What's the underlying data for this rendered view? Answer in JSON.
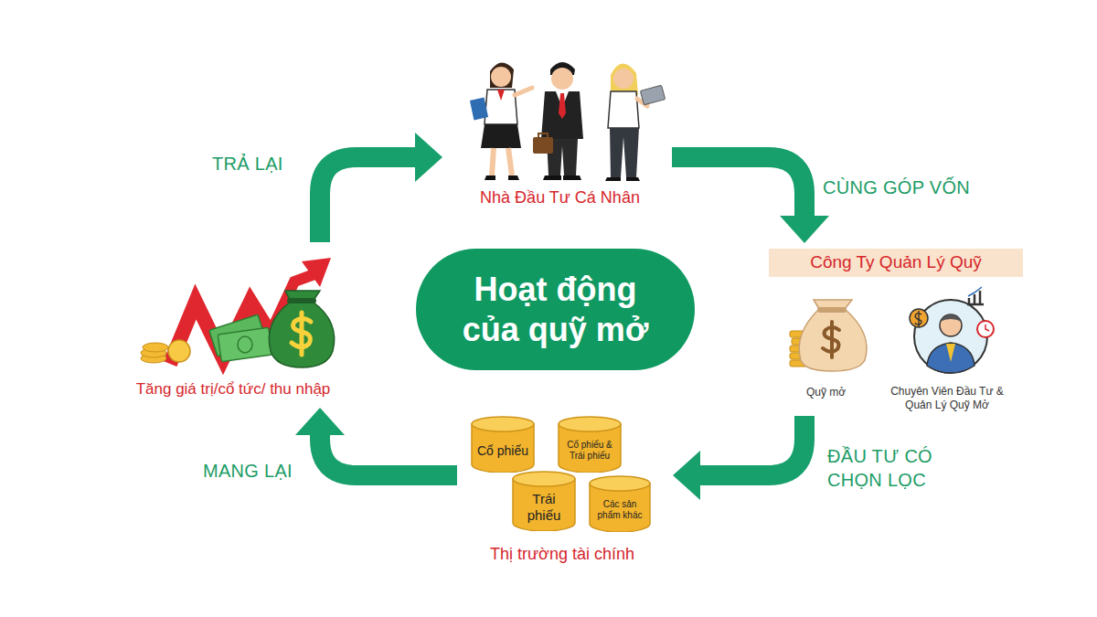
{
  "diagram": {
    "nodes": [
      {
        "text": [
          "Hoạt động của quỹ mở"
        ]
      },
      {
        "text": [
          "Nhà Đầu Tư Cá Nhân"
        ]
      },
      {
        "text": [
          "Công Ty Quản Lý Quỹ"
        ]
      },
      {
        "text": [
          "Quỹ mở"
        ],
        "in": 2
      },
      {
        "text": [
          "Chuyên Viên Đầu Tư & Quản Lý Quỹ Mở"
        ],
        "in": 2
      },
      {
        "text": [
          "Thị trường tài chính"
        ]
      },
      {
        "text": [
          "Cổ phiếu"
        ],
        "in": 5
      },
      {
        "text": [
          "Cổ phiếu & Trái phiếu"
        ],
        "in": 5
      },
      {
        "text": [
          "Trái phiếu"
        ],
        "in": 5
      },
      {
        "text": [
          "Các sản phẩm khác"
        ],
        "in": 5
      },
      {
        "text": [
          "Tăng giá trị/cổ tức/ thu nhập"
        ]
      }
    ],
    "edges": [
      {
        "from": 1,
        "to": 2,
        "arrow": "to",
        "label": "CÙNG GÓP VỐN"
      },
      {
        "from": 2,
        "to": 5,
        "arrow": "to",
        "label": "ĐẦU TƯ CÓ CHỌN LỌC"
      },
      {
        "from": 5,
        "to": 10,
        "arrow": "to",
        "label": "MANG LẠI"
      },
      {
        "from": 10,
        "to": 1,
        "arrow": "to",
        "label": "TRẢ LẠI"
      }
    ]
  }
}
